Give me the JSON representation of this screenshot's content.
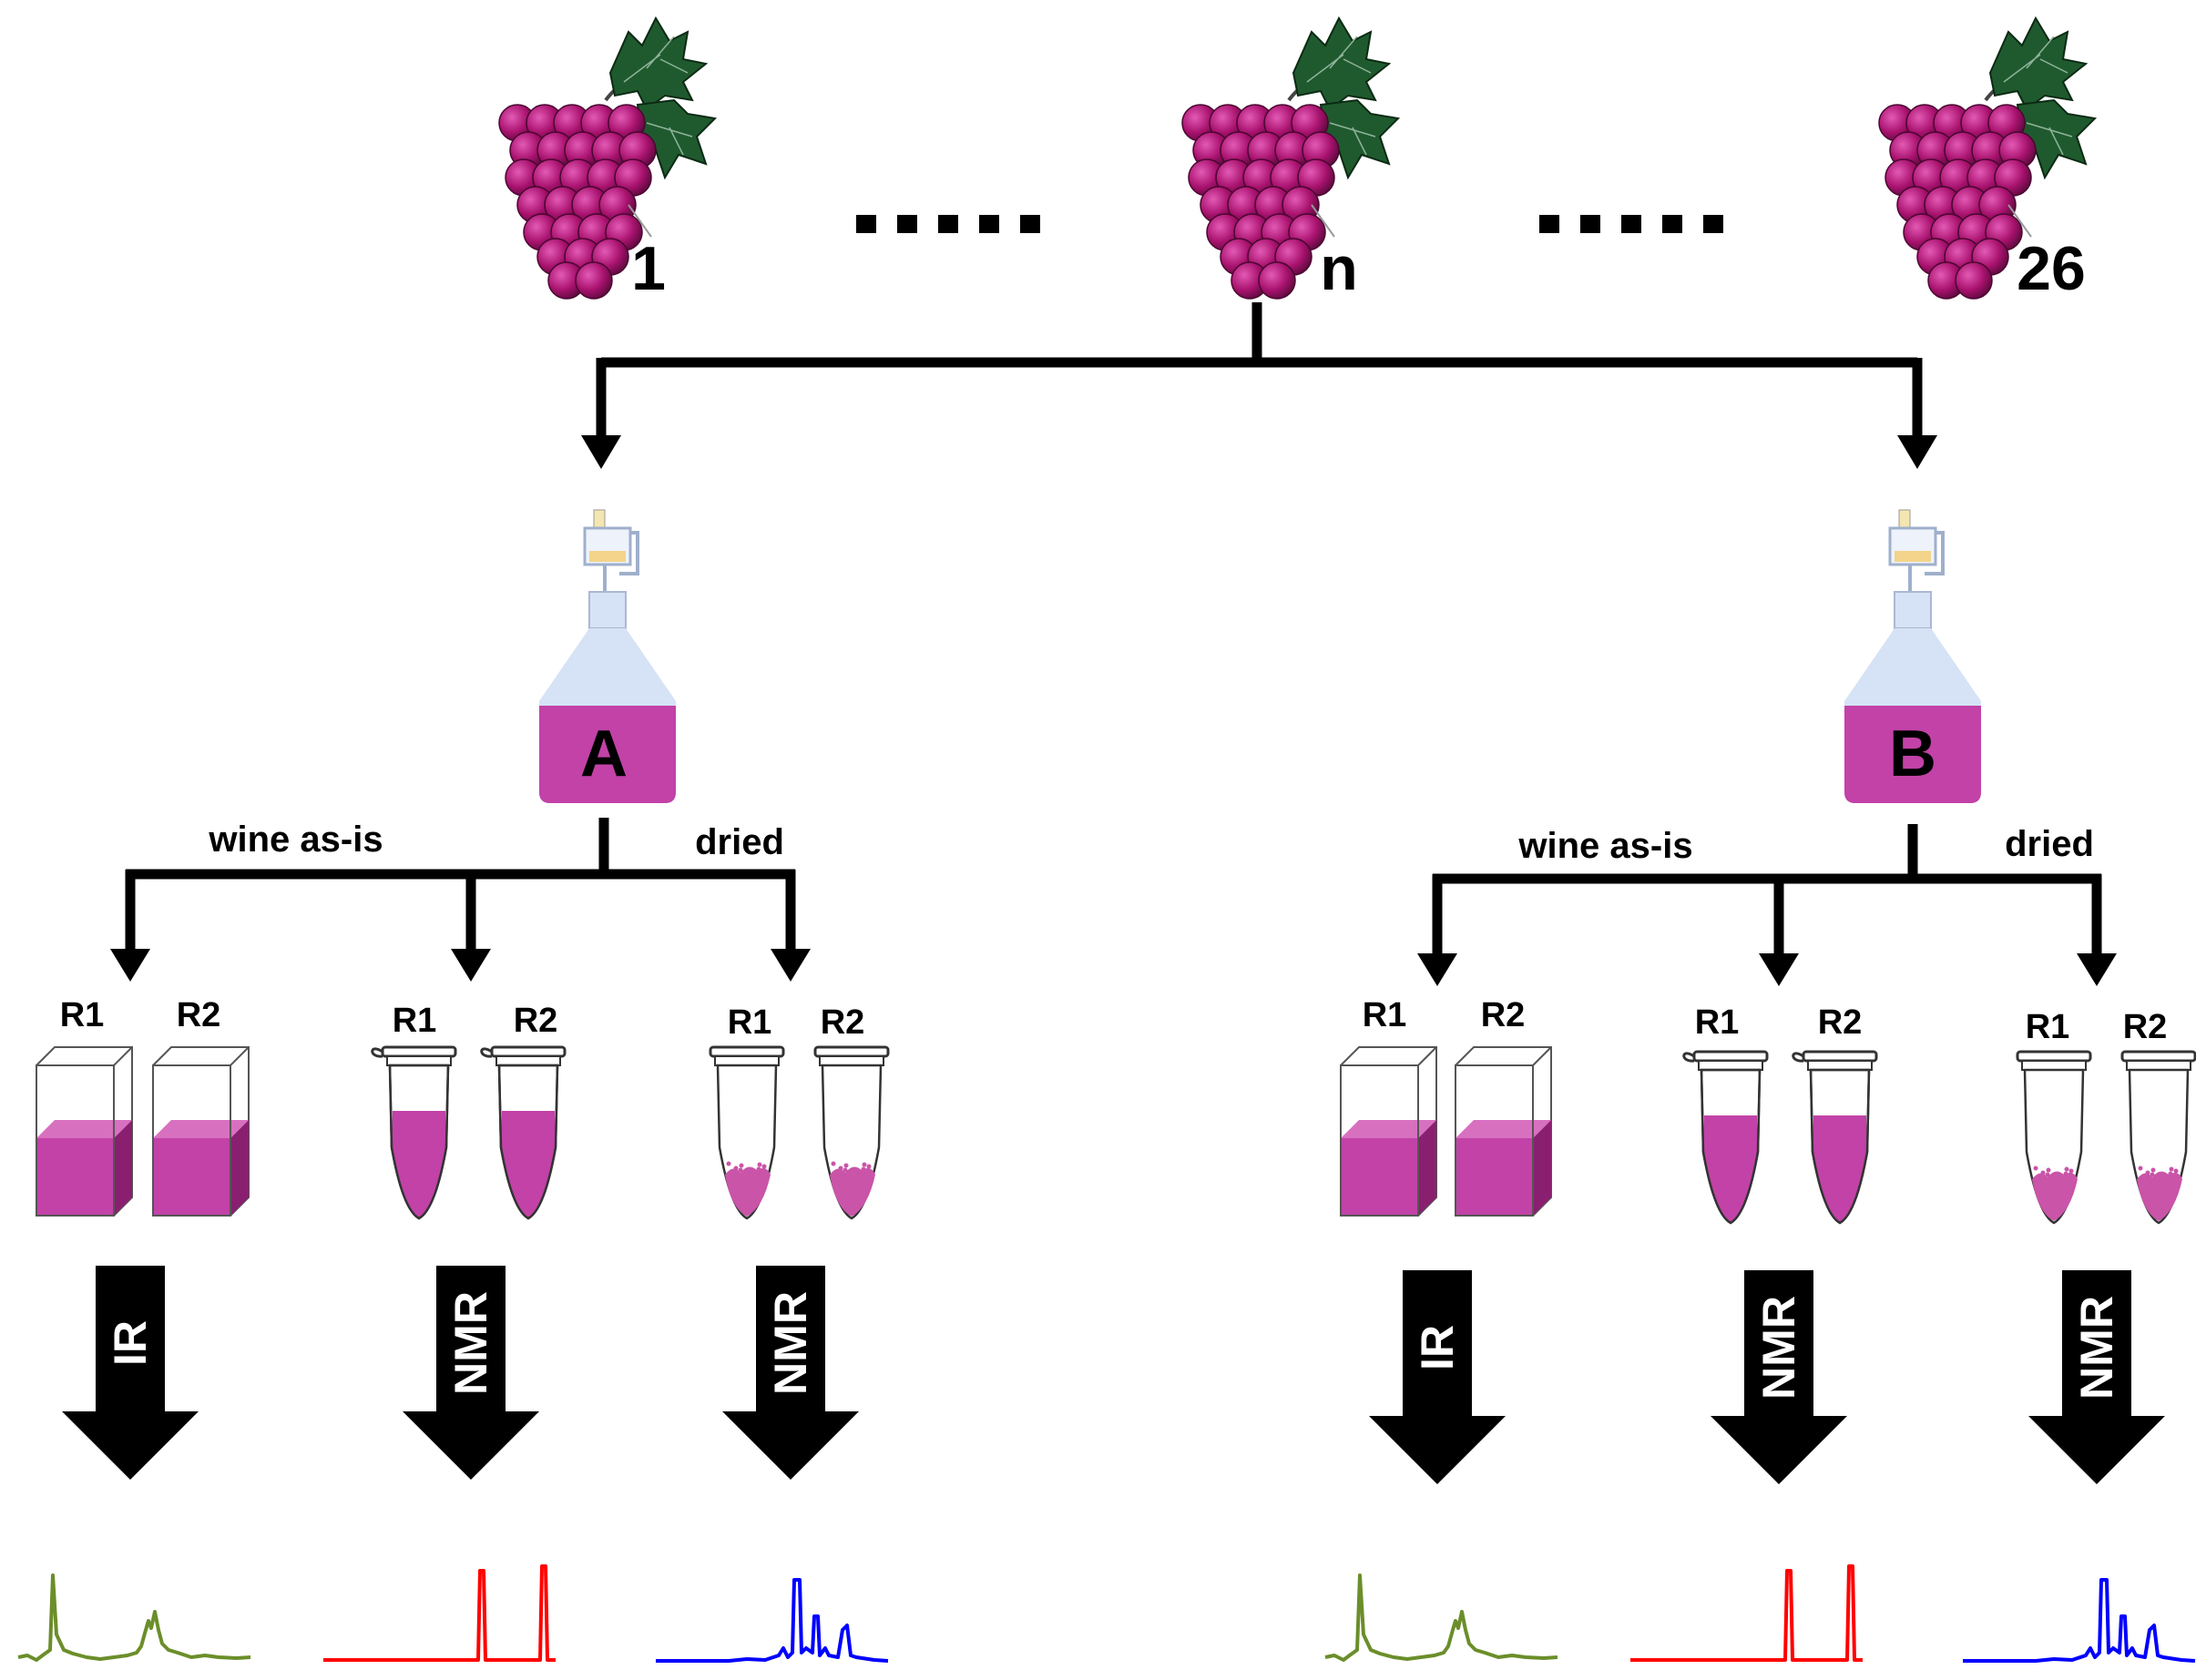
{
  "grapes": [
    {
      "label": "1"
    },
    {
      "label": "n"
    },
    {
      "label": "26"
    }
  ],
  "ellipsis": ".....",
  "containers": [
    {
      "label": "A"
    },
    {
      "label": "B"
    }
  ],
  "branches": {
    "left": "wine as-is",
    "right": "dried"
  },
  "replicates": [
    "R1",
    "R2"
  ],
  "methods": [
    "IR",
    "NMR",
    "NMR"
  ],
  "colors": {
    "wine": "#c242a8",
    "wine_dark": "#8a1f70",
    "grape": "#a8126e",
    "leaf": "#1f5a2e",
    "bottle_top": "#d6e2f5",
    "ir_spectrum": "#6b8e2a",
    "nmr_liquid_spectrum": "#ff0000",
    "nmr_dried_spectrum": "#0000ff"
  }
}
